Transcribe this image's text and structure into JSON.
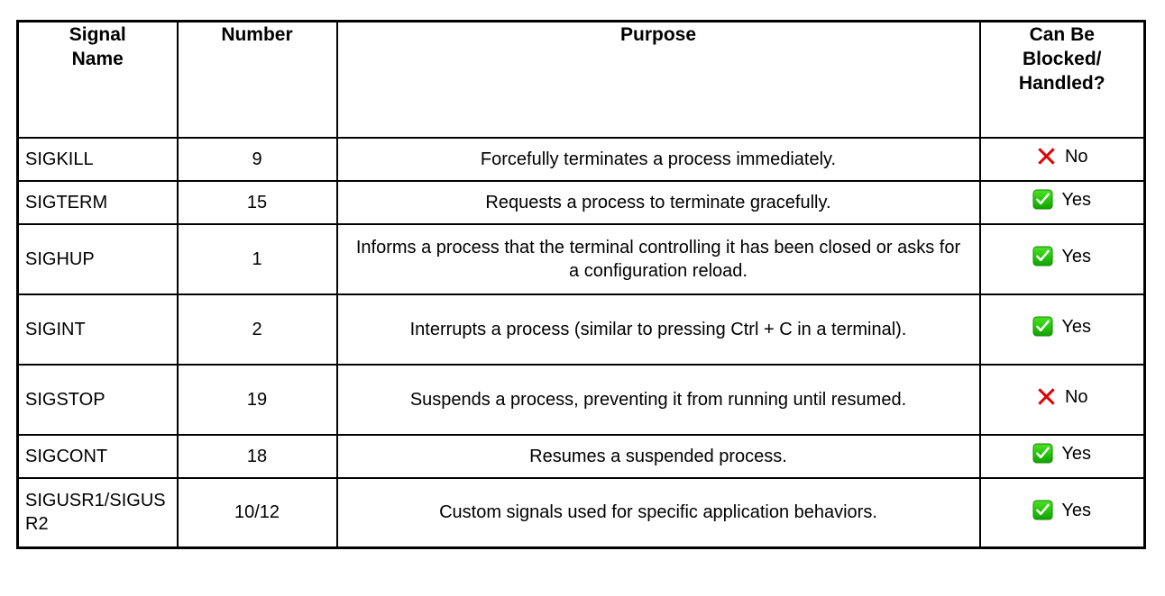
{
  "table": {
    "name": "unix-signals-reference-table",
    "columns": [
      {
        "key": "signal_name",
        "label": "Signal Name",
        "align": "left"
      },
      {
        "key": "number",
        "label": "Number",
        "align": "center"
      },
      {
        "key": "purpose",
        "label": "Purpose",
        "align": "center"
      },
      {
        "key": "blockable",
        "label": "Can Be Blocked/ Handled?",
        "align": "center"
      }
    ],
    "header_labels": {
      "signal_name": "Signal Name",
      "number": "Number",
      "purpose": "Purpose",
      "blockable_line1": "Can Be",
      "blockable_line2": "Blocked/",
      "blockable_line3": "Handled?"
    },
    "rows": [
      {
        "signal_name": "SIGKILL",
        "number": "9",
        "purpose": "Forcefully terminates a process immediately.",
        "blockable": "No",
        "blockable_icon": "cross-mark-icon"
      },
      {
        "signal_name": "SIGTERM",
        "number": "15",
        "purpose": "Requests a process to terminate gracefully.",
        "blockable": "Yes",
        "blockable_icon": "check-mark-button-icon"
      },
      {
        "signal_name": "SIGHUP",
        "number": "1",
        "purpose": "Informs a process that the terminal controlling it has been closed or asks for a configuration reload.",
        "blockable": "Yes",
        "blockable_icon": "check-mark-button-icon"
      },
      {
        "signal_name": "SIGINT",
        "number": "2",
        "purpose": "Interrupts a process (similar to pressing Ctrl + C in a terminal).",
        "blockable": "Yes",
        "blockable_icon": "check-mark-button-icon"
      },
      {
        "signal_name": "SIGSTOP",
        "number": "19",
        "purpose": "Suspends a process, preventing it from running until resumed.",
        "blockable": "No",
        "blockable_icon": "cross-mark-icon"
      },
      {
        "signal_name": "SIGCONT",
        "number": "18",
        "purpose": "Resumes a suspended process.",
        "blockable": "Yes",
        "blockable_icon": "check-mark-button-icon"
      },
      {
        "signal_name": "SIGUSR1/SIGUSR2",
        "number": "10/12",
        "purpose": "Custom signals used for specific application behaviors.",
        "blockable": "Yes",
        "blockable_icon": "check-mark-button-icon"
      }
    ]
  },
  "colors": {
    "border": "#000000",
    "text": "#000000",
    "background": "#ffffff",
    "cross_mark_red": "#e00000",
    "check_box_green_light": "#3ad41c",
    "check_box_green_dark": "#17a400",
    "check_mark_white": "#ffffff"
  }
}
